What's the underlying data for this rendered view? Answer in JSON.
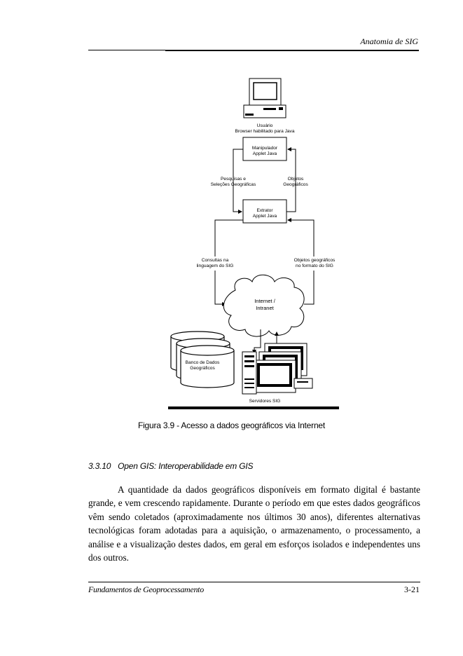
{
  "header": {
    "title": "Anatomia de SIG"
  },
  "diagram": {
    "user_label": "Usuário",
    "user_sublabel": "Browser habilitado para Java",
    "manipulator_label_1": "Manipulador",
    "manipulator_label_2": "Applet Java",
    "search_label_1": "Pesquisas e",
    "search_label_2": "Seleções Geográficas",
    "objects_label_1": "Objetos",
    "objects_label_2": "Geográficos",
    "extractor_label_1": "Extrator",
    "extractor_label_2": "Applet Java",
    "queries_label_1": "Consultas na",
    "queries_label_2": "linguagem do SIG",
    "geo_objects_label_1": "Objetos geográficos",
    "geo_objects_label_2": "no formato do SIG",
    "internet_label_1": "Internet /",
    "internet_label_2": "Intranet",
    "database_label_1": "Banco de Dados",
    "database_label_2": "Geográficos",
    "servers_label": "Servidores SIG"
  },
  "figure": {
    "caption": "Figura 3.9 - Acesso a dados geográficos via Internet"
  },
  "section": {
    "number": "3.3.10",
    "title": "Open GIS: Interoperabilidade em GIS"
  },
  "body": {
    "paragraph": "A quantidade da dados geográficos disponíveis em formato digital é bastante grande, e vem crescendo rapidamente. Durante o período em que estes dados geográficos vêm sendo coletados (aproximadamente nos últimos 30 anos), diferentes alternativas tecnológicas foram adotadas para a aquisição, o armazenamento, o processamento, a análise e a visualização destes dados, em geral em esforços isolados e independentes uns dos outros."
  },
  "footer": {
    "left": "Fundamentos de Geoprocessamento",
    "right": "3-21"
  }
}
